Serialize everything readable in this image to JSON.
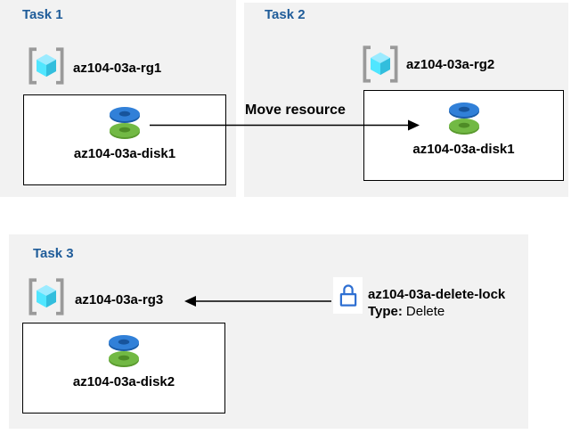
{
  "colors": {
    "page_bg": "#ffffff",
    "panel_bg": "#f2f2f2",
    "task_title": "#1f5c99",
    "label_text": "#000000",
    "box_border": "#000000",
    "box_bg": "#ffffff",
    "arrow": "#000000",
    "lock_blue": "#2e6fd2",
    "rg_bracket": "#9a9a9a",
    "rg_cube_top": "#9cebff",
    "rg_cube_left": "#50e6ff",
    "rg_cube_right": "#32bedd",
    "disk_blue": "#3180d8",
    "disk_blue_dark": "#1a5ca8",
    "disk_blue_hole": "#17549c",
    "disk_green": "#72b944",
    "disk_green_dark": "#5a9a2f",
    "disk_green_hole": "#4e8c26"
  },
  "tasks": {
    "task1": {
      "title": "Task 1",
      "resource_group": "az104-03a-rg1",
      "resource": "az104-03a-disk1"
    },
    "task2": {
      "title": "Task 2",
      "resource_group": "az104-03a-rg2",
      "resource": "az104-03a-disk1"
    },
    "task3": {
      "title": "Task 3",
      "resource_group": "az104-03a-rg3",
      "resource": "az104-03a-disk2"
    }
  },
  "move_arrow": {
    "label": "Move resource"
  },
  "delete_lock": {
    "name": "az104-03a-delete-lock",
    "type_label": "Type:",
    "type_value": "Delete"
  },
  "icons": {
    "resource_group": "resource-group-icon",
    "disk": "disk-icon",
    "lock": "lock-icon"
  }
}
